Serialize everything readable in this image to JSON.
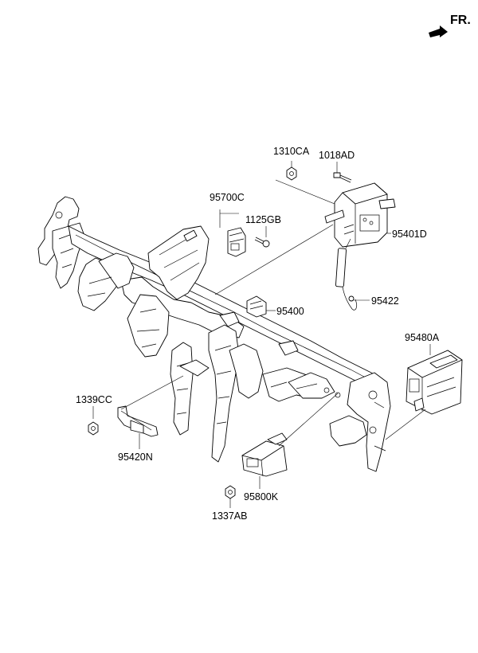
{
  "direction_label": "FR.",
  "parts": {
    "p1310CA": "1310CA",
    "p1018AD": "1018AD",
    "p95700C": "95700C",
    "p1125GB": "1125GB",
    "p95401D": "95401D",
    "p95400": "95400",
    "p95422": "95422",
    "p95480A": "95480A",
    "p1339CC": "1339CC",
    "p95420N": "95420N",
    "p95800K": "95800K",
    "p1337AB": "1337AB"
  }
}
